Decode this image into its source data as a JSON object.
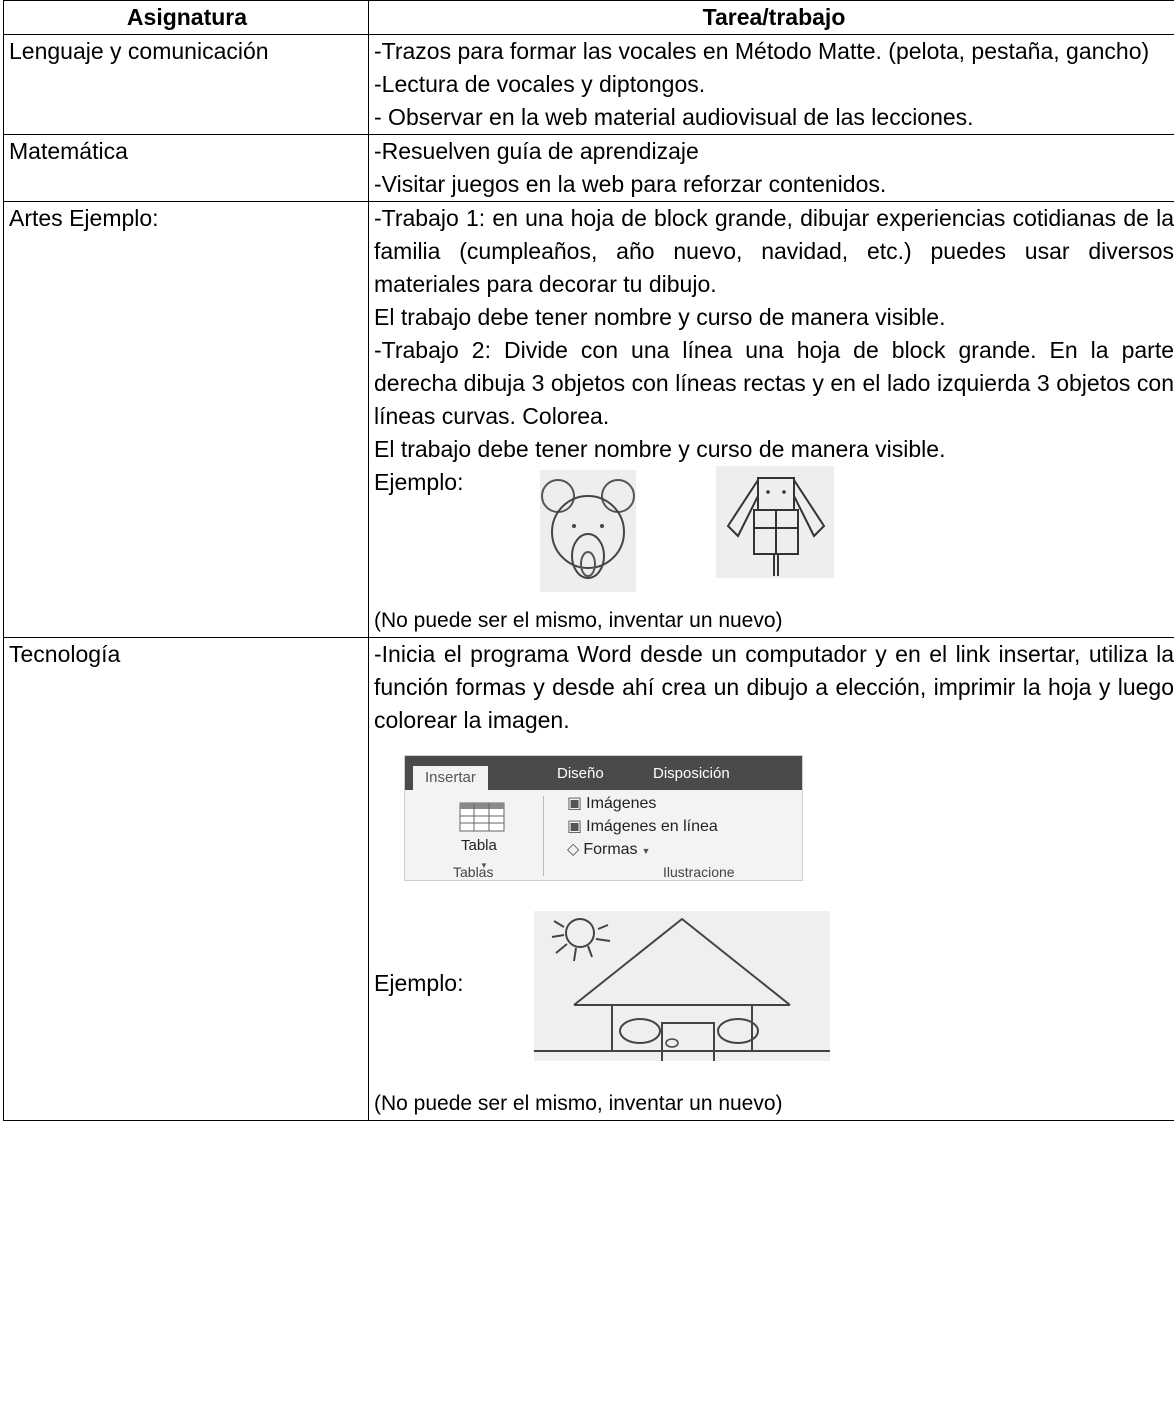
{
  "table": {
    "headers": [
      "Asignatura",
      "Tarea/trabajo"
    ],
    "rows": [
      {
        "subject": "Lenguaje y comunicación",
        "lines": [
          "-Trazos para formar las vocales en Método Matte. (pelota, pestaña, gancho)",
          "-Lectura de vocales y diptongos.",
          "- Observar en la web material audiovisual de las lecciones."
        ]
      },
      {
        "subject": "Matemática",
        "lines": [
          "-Resuelven guía de aprendizaje",
          "-Visitar juegos en la web para reforzar contenidos."
        ]
      },
      {
        "subject": "Artes Ejemplo:",
        "lines": [
          "-Trabajo 1: en una hoja de block grande, dibujar experiencias cotidianas de la familia (cumpleaños, año nuevo, navidad, etc.) puedes usar diversos materiales para decorar tu dibujo.",
          "El trabajo debe tener nombre y curso de manera visible.",
          "-Trabajo 2: Divide con una línea una hoja de block grande. En la parte derecha dibuja 3 objetos con líneas rectas y en el lado izquierda 3 objetos con líneas curvas. Colorea.",
          "El trabajo debe tener nombre y curso de manera visible."
        ],
        "example_label": "Ejemplo:",
        "note": "(No puede ser el mismo, inventar un nuevo)"
      },
      {
        "subject": "Tecnología",
        "lines": [
          "-Inicia el programa Word desde un computador y en el link insertar, utiliza la función formas y desde ahí crea un dibujo a elección, imprimir la hoja y luego colorear la imagen."
        ],
        "ribbon": {
          "tabs": [
            "Insertar",
            "Diseño",
            "Disposición"
          ],
          "table_button": "Tabla",
          "items": [
            "Imágenes",
            "Imágenes en línea",
            "Formas"
          ],
          "group_tables": "Tablas",
          "group_illustrations": "Ilustracione"
        },
        "example_label": "Ejemplo:",
        "note": "(No puede ser el mismo, inventar un nuevo)"
      }
    ]
  }
}
